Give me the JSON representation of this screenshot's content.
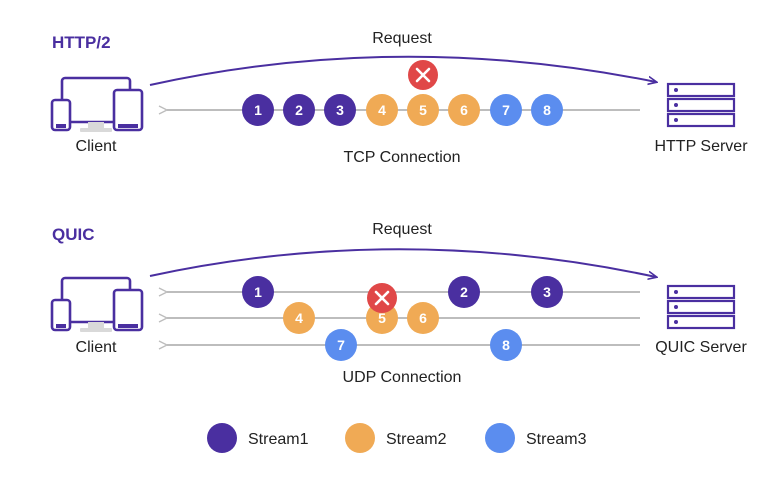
{
  "colors": {
    "stream1": "#4a2fa0",
    "stream2": "#f0aa55",
    "stream3": "#5b8def",
    "accent": "#4a2fa0",
    "line": "#bdbdbd",
    "error": "#e04848"
  },
  "http2": {
    "title": "HTTP/2",
    "request_label": "Request",
    "client_label": "Client",
    "server_label": "HTTP Server",
    "connection_label": "TCP Connection",
    "packets": [
      {
        "label": "1",
        "stream": "stream1"
      },
      {
        "label": "2",
        "stream": "stream1"
      },
      {
        "label": "3",
        "stream": "stream1"
      },
      {
        "label": "4",
        "stream": "stream2"
      },
      {
        "label": "5",
        "stream": "stream2"
      },
      {
        "label": "6",
        "stream": "stream2"
      },
      {
        "label": "7",
        "stream": "stream3"
      },
      {
        "label": "8",
        "stream": "stream3"
      }
    ],
    "lost_packet": "5",
    "lost_icon": "close-icon"
  },
  "quic": {
    "title": "QUIC",
    "request_label": "Request",
    "client_label": "Client",
    "server_label": "QUIC Server",
    "connection_label": "UDP Connection",
    "packets": [
      {
        "label": "1",
        "stream": "stream1"
      },
      {
        "label": "2",
        "stream": "stream1"
      },
      {
        "label": "3",
        "stream": "stream1"
      },
      {
        "label": "4",
        "stream": "stream2"
      },
      {
        "label": "5",
        "stream": "stream2"
      },
      {
        "label": "6",
        "stream": "stream2"
      },
      {
        "label": "7",
        "stream": "stream3"
      },
      {
        "label": "8",
        "stream": "stream3"
      }
    ],
    "lost_packet": "5",
    "lost_icon": "close-icon"
  },
  "legend": [
    {
      "label": "Stream1",
      "stream": "stream1"
    },
    {
      "label": "Stream2",
      "stream": "stream2"
    },
    {
      "label": "Stream3",
      "stream": "stream3"
    }
  ],
  "icons": {
    "client": "client-devices-icon",
    "server": "server-rack-icon"
  }
}
